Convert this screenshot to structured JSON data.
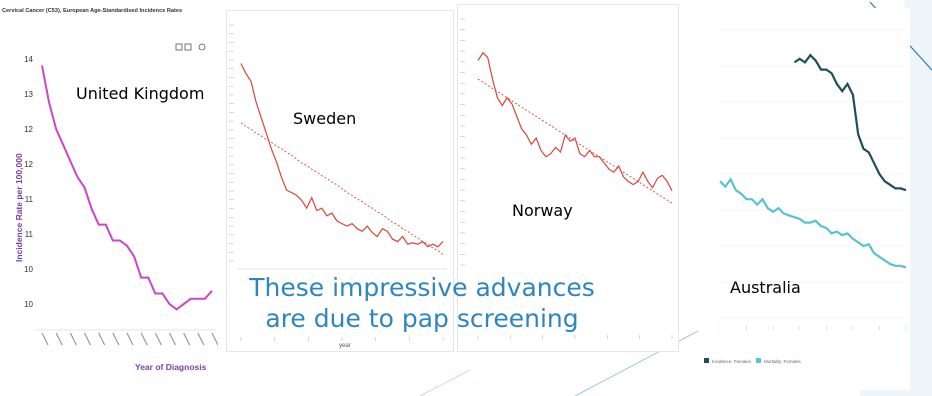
{
  "caption": {
    "line1": "These impressive advances",
    "line2": "are due to pap screening"
  },
  "colors": {
    "uk_line": "#cc44cc",
    "nordic_line": "#d9463a",
    "au_incidence": "#1f4e5a",
    "au_mortality": "#56c2d3",
    "caption": "#2e86c1",
    "accent_deco": "#2c7fb8"
  },
  "chart_data": [
    {
      "id": "uk",
      "type": "line",
      "title": "Cervical Cancer (C53), European Age-Standardised Incidence Rates",
      "label": "United Kingdom",
      "ylabel": "Incidence Rate per 100,000",
      "xlabel": "Year of Diagnosis",
      "yticks": [
        "14",
        "13",
        "12",
        "12",
        "11",
        "11",
        "10",
        "10"
      ],
      "ylim": [
        9.5,
        14.5
      ],
      "x": [
        0,
        1,
        2,
        3,
        4,
        5,
        6,
        7,
        8,
        9,
        10,
        11,
        12,
        13,
        14,
        15,
        16,
        17,
        18,
        19,
        20,
        21,
        22,
        23,
        24
      ],
      "series": [
        {
          "values": [
            14.3,
            13.6,
            13.1,
            12.8,
            12.5,
            12.2,
            12.0,
            11.6,
            11.3,
            11.3,
            11.0,
            11.0,
            10.9,
            10.7,
            10.3,
            10.3,
            10.0,
            10.0,
            9.8,
            9.7,
            9.8,
            9.9,
            9.9,
            9.9,
            10.05
          ]
        }
      ]
    },
    {
      "id": "sweden",
      "type": "line",
      "label": "Sweden",
      "xlabel": "year",
      "x": [
        0,
        1,
        2,
        3,
        4,
        5,
        6,
        7,
        8,
        9,
        10,
        11,
        12,
        13,
        14,
        15,
        16,
        17,
        18,
        19,
        20,
        21,
        22,
        23,
        24,
        25,
        26,
        27,
        28,
        29,
        30,
        31,
        32,
        33,
        34,
        35,
        36,
        37,
        38,
        39,
        40
      ],
      "series": [
        {
          "values": [
            20.0,
            19.2,
            18.6,
            17.0,
            15.8,
            14.6,
            13.4,
            12.4,
            11.2,
            10.2,
            10.0,
            9.8,
            9.4,
            8.8,
            9.6,
            8.6,
            8.8,
            8.2,
            8.4,
            7.8,
            7.6,
            7.4,
            7.6,
            7.2,
            7.0,
            7.4,
            6.9,
            6.6,
            7.2,
            7.0,
            6.4,
            6.2,
            6.6,
            6.0,
            6.1,
            6.0,
            6.2,
            5.8,
            6.0,
            5.8,
            6.2
          ]
        },
        {
          "values": [
            15.4,
            15.1,
            14.9,
            14.6,
            14.4,
            14.1,
            13.9,
            13.6,
            13.4,
            13.1,
            12.9,
            12.6,
            12.3,
            12.1,
            11.8,
            11.6,
            11.3,
            11.1,
            10.8,
            10.6,
            10.3,
            10.0,
            9.8,
            9.5,
            9.3,
            9.0,
            8.8,
            8.5,
            8.3,
            8.0,
            7.7,
            7.5,
            7.2,
            7.0,
            6.7,
            6.5,
            6.2,
            6.0,
            5.7,
            5.5,
            5.2
          ]
        }
      ]
    },
    {
      "id": "norway",
      "type": "line",
      "label": "Norway",
      "x": [
        0,
        1,
        2,
        3,
        4,
        5,
        6,
        7,
        8,
        9,
        10,
        11,
        12,
        13,
        14,
        15,
        16,
        17,
        18,
        19,
        20,
        21,
        22,
        23,
        24,
        25,
        26,
        27,
        28,
        29,
        30,
        31,
        32,
        33,
        34,
        35,
        36,
        37,
        38,
        39,
        40
      ],
      "series": [
        {
          "values": [
            18.8,
            19.3,
            19.0,
            17.6,
            16.4,
            15.9,
            16.4,
            16.0,
            15.2,
            14.4,
            14.0,
            13.4,
            13.8,
            13.0,
            12.6,
            12.8,
            13.2,
            12.9,
            14.0,
            13.6,
            13.8,
            12.8,
            12.6,
            13.0,
            12.6,
            12.6,
            12.2,
            11.8,
            11.6,
            12.0,
            11.3,
            11.0,
            10.8,
            11.0,
            11.6,
            11.0,
            10.6,
            11.2,
            11.4,
            11.0,
            10.4
          ]
        },
        {
          "values": [
            17.6,
            17.4,
            17.2,
            17.0,
            16.8,
            16.6,
            16.4,
            16.2,
            16.0,
            15.8,
            15.6,
            15.4,
            15.2,
            15.0,
            14.8,
            14.6,
            14.4,
            14.2,
            14.0,
            13.8,
            13.6,
            13.4,
            13.2,
            13.0,
            12.8,
            12.6,
            12.4,
            12.2,
            12.0,
            11.8,
            11.6,
            11.4,
            11.2,
            11.0,
            10.8,
            10.6,
            10.4,
            10.2,
            10.0,
            9.8,
            9.6
          ]
        }
      ]
    },
    {
      "id": "australia",
      "type": "line",
      "label": "Australia",
      "x": [
        0,
        1,
        2,
        3,
        4,
        5,
        6,
        7,
        8,
        9,
        10,
        11,
        12,
        13,
        14,
        15,
        16,
        17,
        18,
        19,
        20,
        21,
        22,
        23,
        24,
        25,
        26,
        27,
        28,
        29,
        30,
        31,
        32,
        33,
        34,
        35
      ],
      "series": [
        {
          "name": "Incidence: Females",
          "values": [
            null,
            null,
            null,
            null,
            null,
            null,
            null,
            null,
            null,
            null,
            null,
            null,
            null,
            null,
            14.2,
            14.4,
            14.2,
            14.6,
            14.3,
            13.8,
            13.8,
            13.6,
            13.0,
            12.6,
            13.0,
            12.4,
            10.2,
            9.4,
            9.2,
            8.6,
            8.0,
            7.6,
            7.4,
            7.2,
            7.2,
            7.1
          ]
        },
        {
          "name": "Mortality: Females",
          "values": [
            7.6,
            7.3,
            7.7,
            7.1,
            6.9,
            6.6,
            6.6,
            6.3,
            6.6,
            6.1,
            5.9,
            6.1,
            5.8,
            5.7,
            5.6,
            5.5,
            5.3,
            5.3,
            5.4,
            5.1,
            5.0,
            4.7,
            4.8,
            4.6,
            4.7,
            4.4,
            4.2,
            4.0,
            4.1,
            3.6,
            3.4,
            3.2,
            3.0,
            2.9,
            2.9,
            2.8
          ]
        }
      ],
      "ylim": [
        0,
        16
      ]
    }
  ]
}
